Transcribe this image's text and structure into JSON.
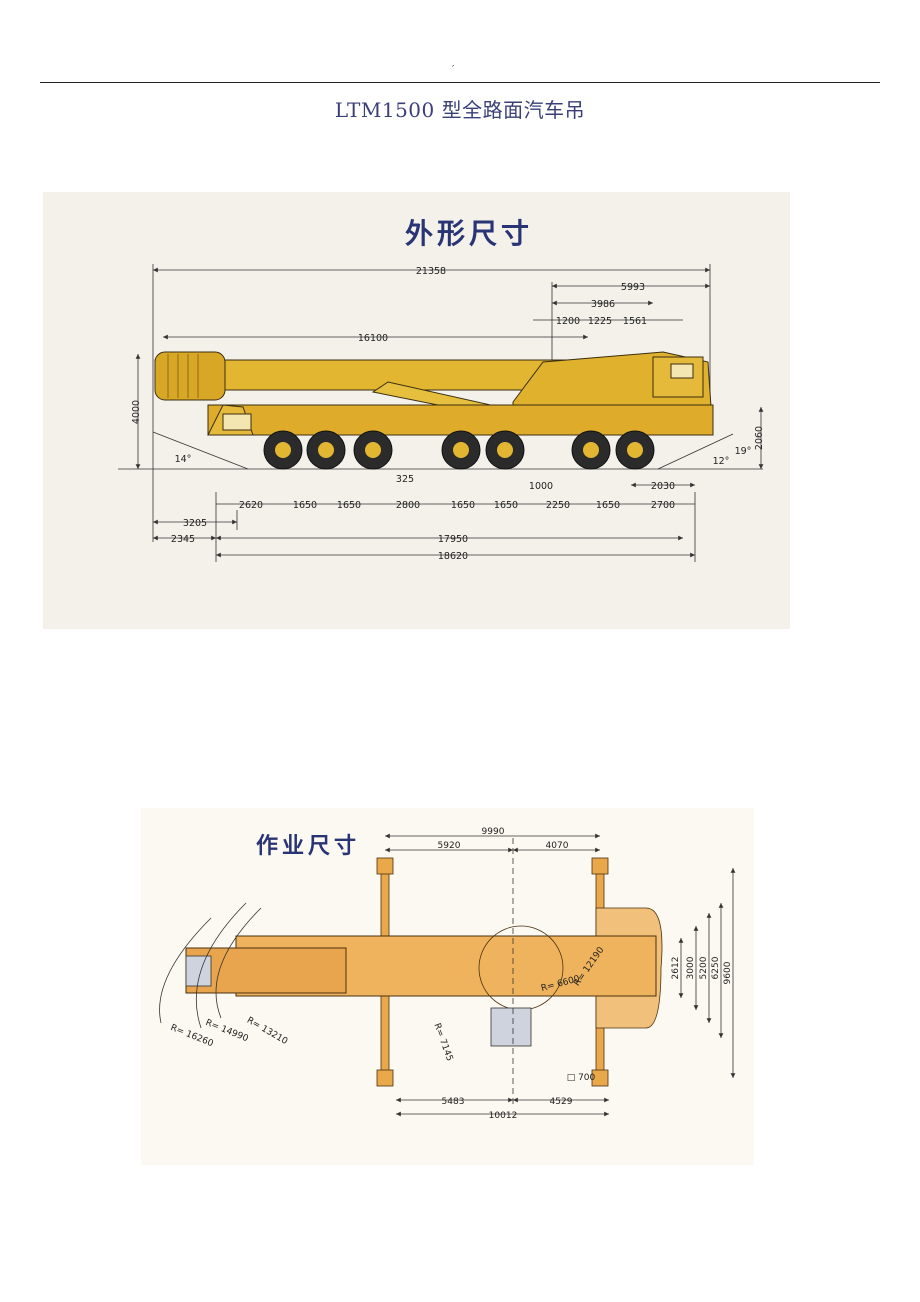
{
  "header": {
    "mark": "′"
  },
  "document": {
    "title": "LTM1500 型全路面汽车吊"
  },
  "figure1": {
    "title": "外形尺寸",
    "dims": {
      "overall": "21358",
      "d5993": "5993",
      "d3986": "3986",
      "d1200": "1200",
      "d1225": "1225",
      "d1561": "1561",
      "d16100": "16100",
      "h4000": "4000",
      "h2060": "2060",
      "ang14": "14°",
      "ang19": "19°",
      "ang12": "12°",
      "clear325": "325",
      "d1000": "1000",
      "d2030": "2030",
      "a2620": "2620",
      "a1650a": "1650",
      "a1650b": "1650",
      "a2800": "2800",
      "a1650c": "1650",
      "a1650d": "1650",
      "a2250": "2250",
      "a1650e": "1650",
      "a2700": "2700",
      "d3205": "3205",
      "d2345": "2345",
      "d17950": "17950",
      "d18620": "18620"
    }
  },
  "figure2": {
    "title": "作业尺寸",
    "dims": {
      "w9990": "9990",
      "w5920": "5920",
      "w4070": "4070",
      "h2612": "2612",
      "h3000": "3000",
      "h5200": "5200",
      "h6250": "6250",
      "h9600": "9600",
      "r6600": "R= 6600",
      "r12190": "R= 12190",
      "r7145": "R= 7145",
      "r13210": "R= 13210",
      "r14990": "R= 14990",
      "r16260": "R= 16260",
      "pad700": "□ 700",
      "b5483": "5483",
      "b4529": "4529",
      "b10012": "10012"
    }
  }
}
